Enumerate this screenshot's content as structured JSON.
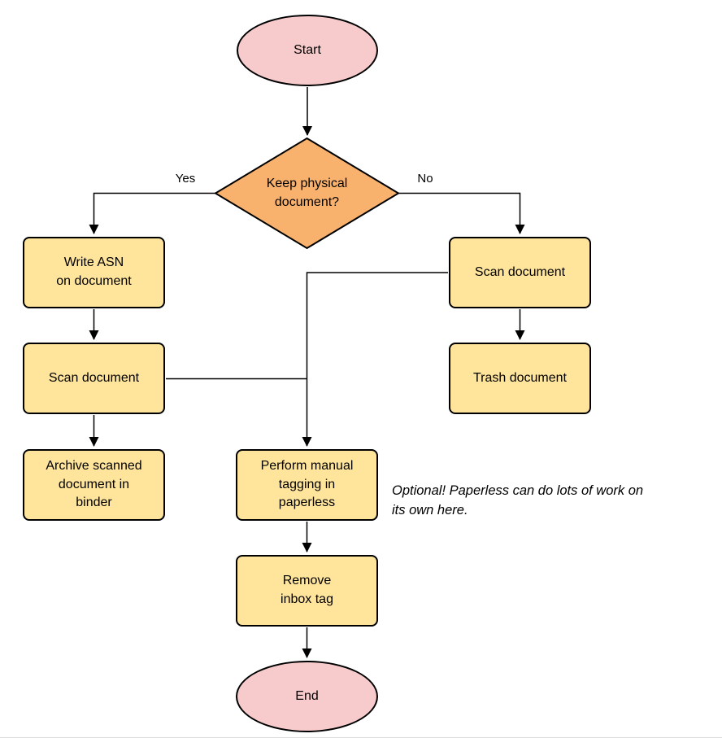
{
  "diagram": {
    "nodes": {
      "start": {
        "label": "Start",
        "type": "terminal"
      },
      "decision": {
        "label": "Keep physical\ndocument?",
        "type": "decision"
      },
      "write_asn": {
        "label": "Write ASN\non document",
        "type": "process"
      },
      "scan_left": {
        "label": "Scan document",
        "type": "process"
      },
      "archive": {
        "label": "Archive scanned\ndocument in\nbinder",
        "type": "process"
      },
      "scan_right": {
        "label": "Scan document",
        "type": "process"
      },
      "trash": {
        "label": "Trash document",
        "type": "process"
      },
      "tagging": {
        "label": "Perform manual\ntagging in\npaperless",
        "type": "process"
      },
      "remove_inbox": {
        "label": "Remove\ninbox tag",
        "type": "process"
      },
      "end": {
        "label": "End",
        "type": "terminal"
      }
    },
    "edge_labels": {
      "yes": "Yes",
      "no": "No"
    },
    "annotation": "Optional! Paperless can do lots of work on\nits own here.",
    "colors": {
      "terminal_fill": "#F7CBCB",
      "decision_fill": "#F9B26E",
      "process_fill": "#FFE49C",
      "stroke": "#000000",
      "background": "#FFFFFF"
    }
  }
}
